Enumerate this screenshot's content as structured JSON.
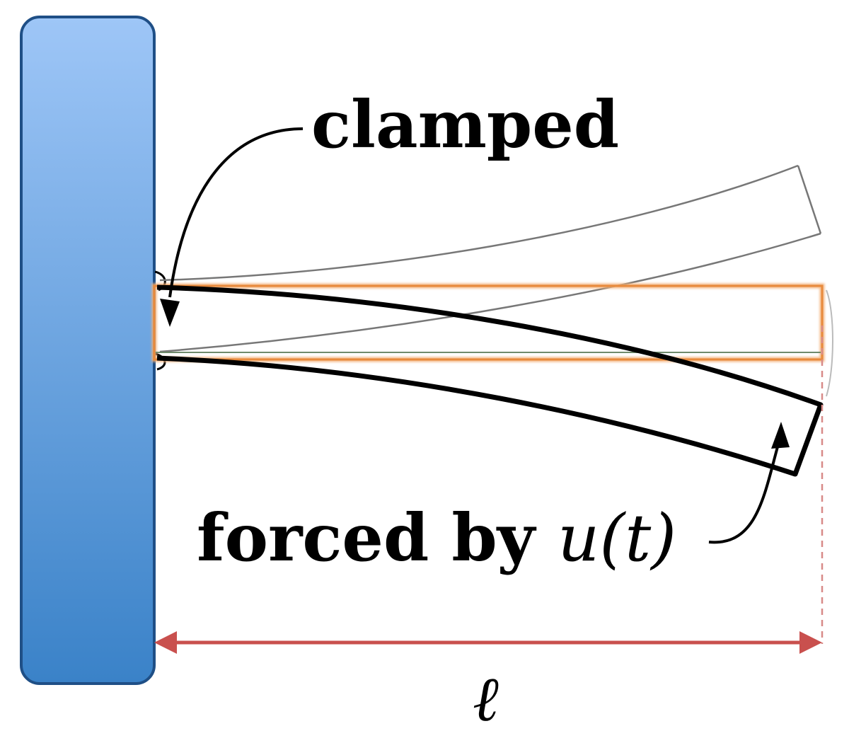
{
  "labels": {
    "clamped": "clamped",
    "forced_prefix": "forced by ",
    "forced_math": "u(t)",
    "length_symbol": "ℓ"
  },
  "colors": {
    "wall_top": "#9ec6f7",
    "wall_bottom": "#3a82c8",
    "wall_stroke": "#1f4f86",
    "reference_beam": "#e88a3c",
    "dimension": "#c9504e",
    "beam_stroke": "#000000",
    "ghost_stroke": "#777777"
  },
  "icons": {
    "clamped_arrow": "curved-arrow-icon",
    "force_arrow": "curved-arrow-icon",
    "dimension_arrow": "double-headed-arrow-icon"
  }
}
